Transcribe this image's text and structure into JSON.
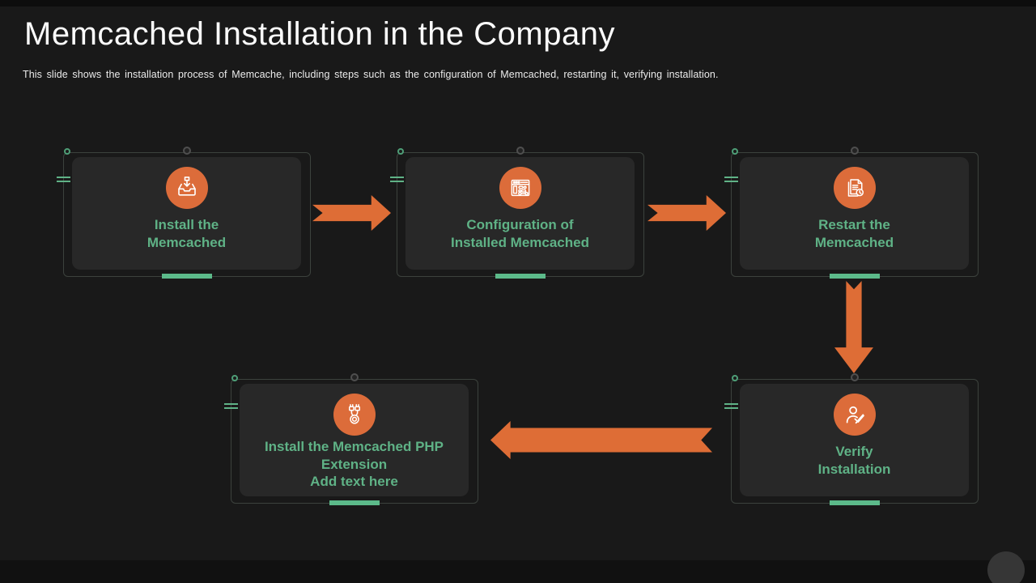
{
  "slide": {
    "title": "Memcached Installation in the Company",
    "subtitle": "This slide shows the installation process  of Memcache,  including steps such as the configuration  of Memcached,  restarting it, verifying  installation."
  },
  "steps": [
    {
      "order": 1,
      "title": "Install the\nMemcached",
      "icon": "install-tray-icon"
    },
    {
      "order": 2,
      "title": "Configuration of\nInstalled Memcached",
      "icon": "settings-window-icon"
    },
    {
      "order": 3,
      "title": "Restart the\nMemcached",
      "icon": "restart-document-icon"
    },
    {
      "order": 4,
      "title": "Verify\nInstallation",
      "icon": "verify-user-icon"
    },
    {
      "order": 5,
      "title": "Install the Memcached PHP\nExtension\nAdd text here",
      "icon": "php-extension-plug-icon"
    }
  ],
  "flow": {
    "arrows": [
      {
        "from": "Install the Memcached",
        "to": "Configuration of Installed Memcached",
        "direction": "right"
      },
      {
        "from": "Configuration of Installed Memcached",
        "to": "Restart the Memcached",
        "direction": "right"
      },
      {
        "from": "Restart the Memcached",
        "to": "Verify Installation",
        "direction": "down"
      },
      {
        "from": "Verify Installation",
        "to": "Install the Memcached PHP Extension",
        "direction": "left"
      }
    ]
  },
  "colors": {
    "accent_orange": "#DE6D36",
    "accent_green": "#5FB286",
    "underline_green": "#5CBA8A",
    "card_background": "#282828",
    "card_border": "#3C423D",
    "page_background": "#191919",
    "title_text": "#FBFBFB"
  }
}
